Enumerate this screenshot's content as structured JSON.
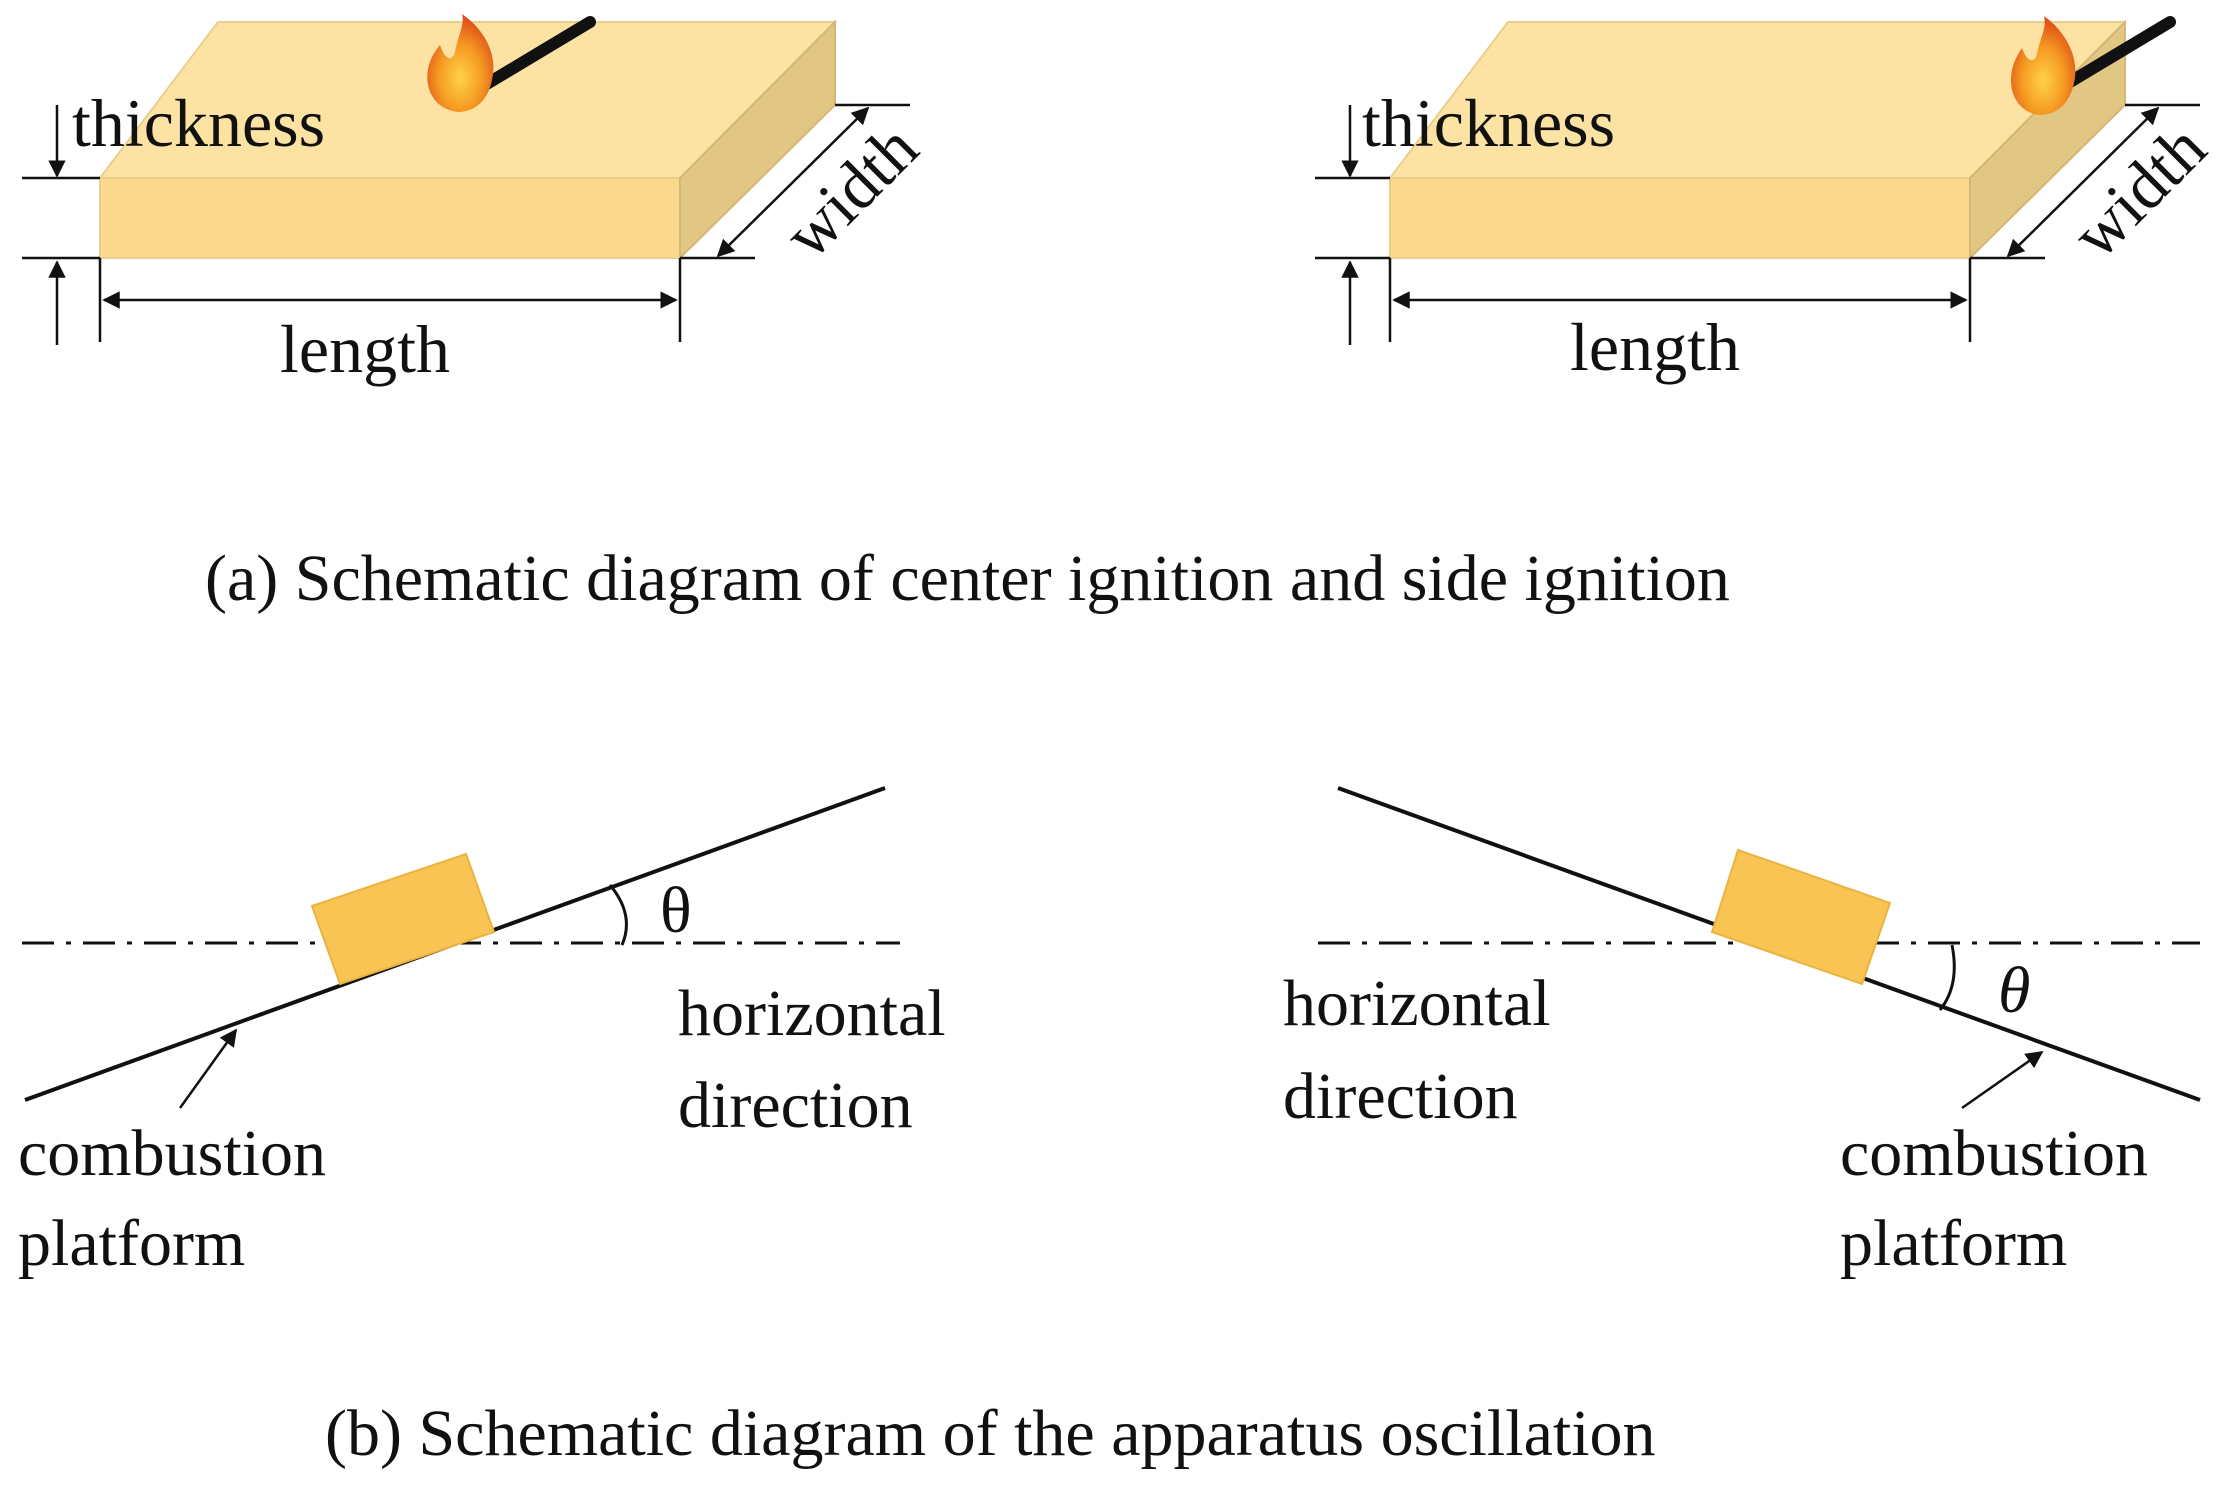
{
  "panel_a": {
    "caption": "(a) Schematic diagram of center ignition and side ignition",
    "left": {
      "thickness": "thickness",
      "width": "width",
      "length": "length"
    },
    "right": {
      "thickness": "thickness",
      "width": "width",
      "length": "length"
    }
  },
  "panel_b": {
    "caption": "(b) Schematic diagram of the apparatus oscillation",
    "left": {
      "angle": "θ",
      "horizontal": [
        "horizontal",
        "direction"
      ],
      "platform": [
        "combustion",
        "platform"
      ]
    },
    "right": {
      "angle": "θ",
      "horizontal": [
        "horizontal",
        "direction"
      ],
      "platform": [
        "combustion",
        "platform"
      ]
    }
  },
  "colors": {
    "slab_top": "#fce3a4",
    "slab_front": "#fbd98c",
    "slab_side": "#e2c784",
    "block": "#f9c453",
    "flame": "#f07a1c"
  }
}
